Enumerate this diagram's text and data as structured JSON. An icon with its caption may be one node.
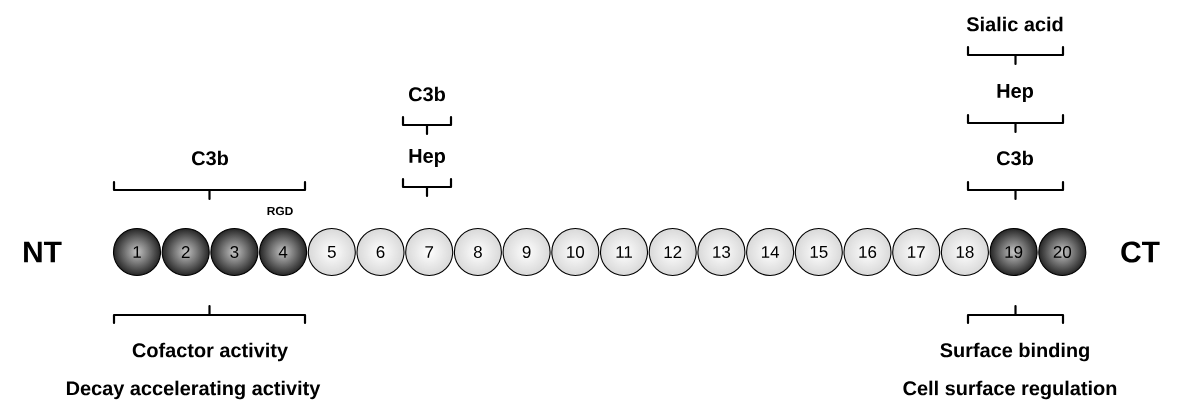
{
  "diagram": {
    "nodes": [
      {
        "text": [
          "1"
        ]
      },
      {
        "text": [
          "2"
        ]
      },
      {
        "text": [
          "3"
        ]
      },
      {
        "text": [
          "4"
        ]
      },
      {
        "text": [
          "5"
        ]
      },
      {
        "text": [
          "6"
        ]
      },
      {
        "text": [
          "7"
        ]
      },
      {
        "text": [
          "8"
        ]
      },
      {
        "text": [
          "9"
        ]
      },
      {
        "text": [
          "10"
        ]
      },
      {
        "text": [
          "11"
        ]
      },
      {
        "text": [
          "12"
        ]
      },
      {
        "text": [
          "13"
        ]
      },
      {
        "text": [
          "14"
        ]
      },
      {
        "text": [
          "15"
        ]
      },
      {
        "text": [
          "16"
        ]
      },
      {
        "text": [
          "17"
        ]
      },
      {
        "text": [
          "18"
        ]
      },
      {
        "text": [
          "19"
        ]
      },
      {
        "text": [
          "20"
        ]
      }
    ],
    "labels": [
      "Sialic acid",
      "C3b",
      "Hep",
      "C3b",
      "Hep",
      "C3b",
      "RGD",
      "NT",
      "CT",
      "Cofactor activity",
      "Surface binding",
      "Decay accelerating activity",
      "Cell surface regulation"
    ]
  }
}
